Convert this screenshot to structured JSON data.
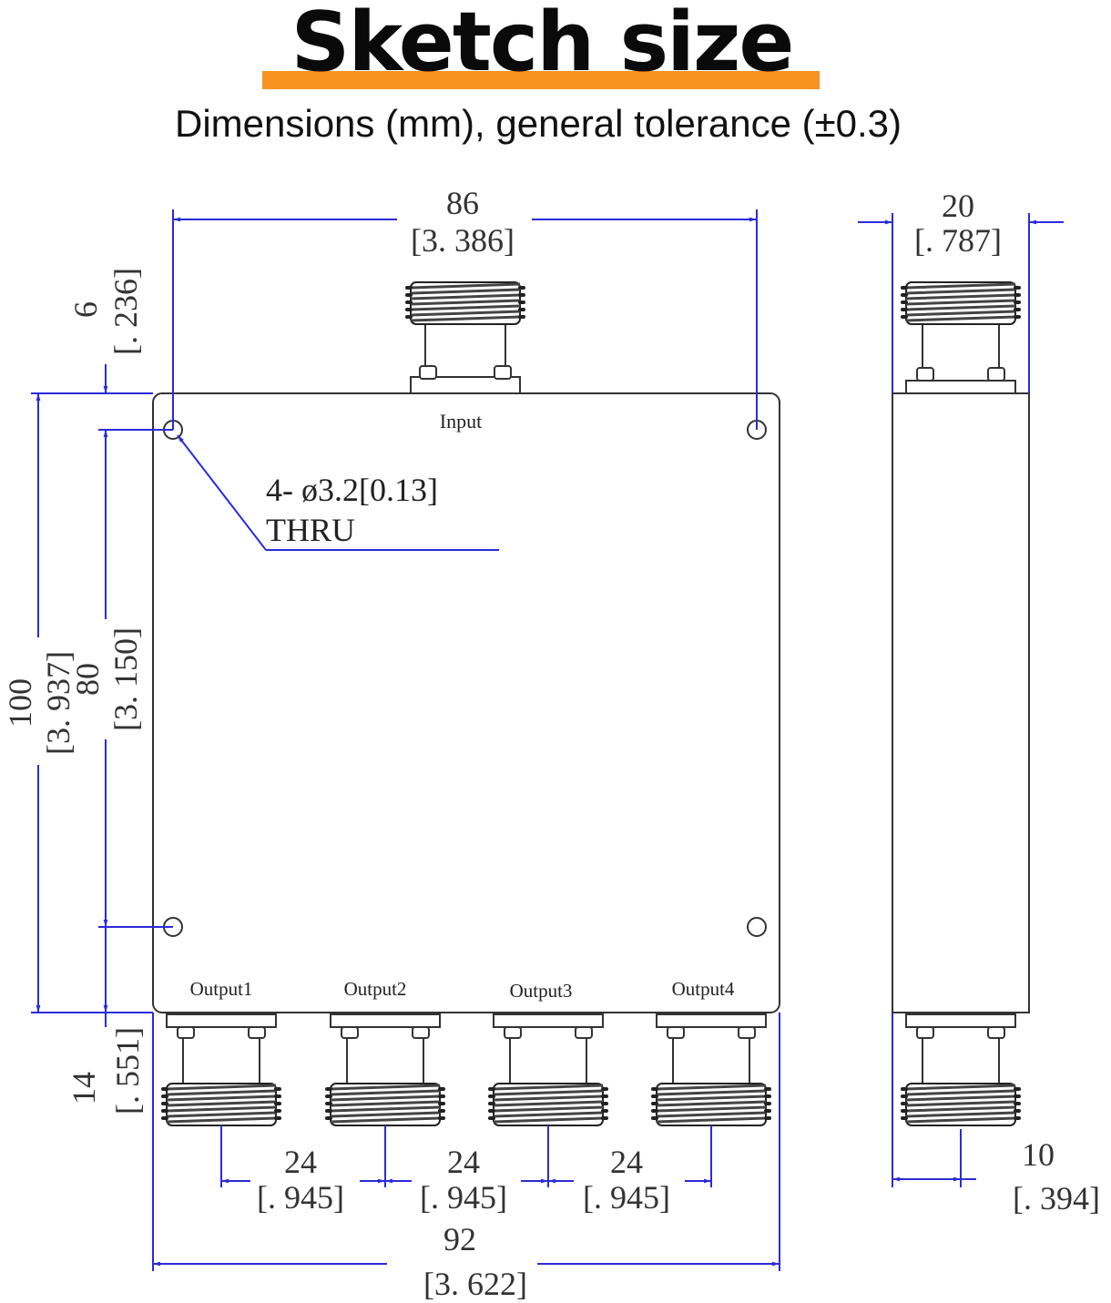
{
  "header": {
    "title": "Sketch size",
    "subtitle": "Dimensions (mm), general tolerance (±0.3)",
    "accent_color": "#f7931e"
  },
  "colors": {
    "dimension_line": "#2b2bd9",
    "outline": "#333333",
    "text": "#222222"
  },
  "front_view": {
    "port_labels": {
      "input": "Input",
      "output1": "Output1",
      "output2": "Output2",
      "output3": "Output3",
      "output4": "Output4"
    },
    "hole_note": {
      "line1": "4-  ø3.2[0.13]",
      "line2": "THRU"
    },
    "dimensions": {
      "top_width": {
        "mm": "86",
        "inch": "[3. 386]"
      },
      "overall_width": {
        "mm": "92",
        "inch": "[3. 622]"
      },
      "height": {
        "mm": "100",
        "inch": "[3. 937]"
      },
      "hole_spacing_vertical": {
        "mm": "80",
        "inch": "[3. 150]"
      },
      "hole_offset_top": {
        "mm": "6",
        "inch": "[. 236]"
      },
      "connector_length": {
        "mm": "14",
        "inch": "[. 551]"
      },
      "port_pitch_1": {
        "mm": "24",
        "inch": "[. 945]"
      },
      "port_pitch_2": {
        "mm": "24",
        "inch": "[. 945]"
      },
      "port_pitch_3": {
        "mm": "24",
        "inch": "[. 945]"
      }
    }
  },
  "side_view": {
    "dimensions": {
      "depth": {
        "mm": "20",
        "inch": "[. 787]"
      },
      "connector_offset": {
        "mm": "10",
        "inch": "[. 394]"
      }
    }
  }
}
